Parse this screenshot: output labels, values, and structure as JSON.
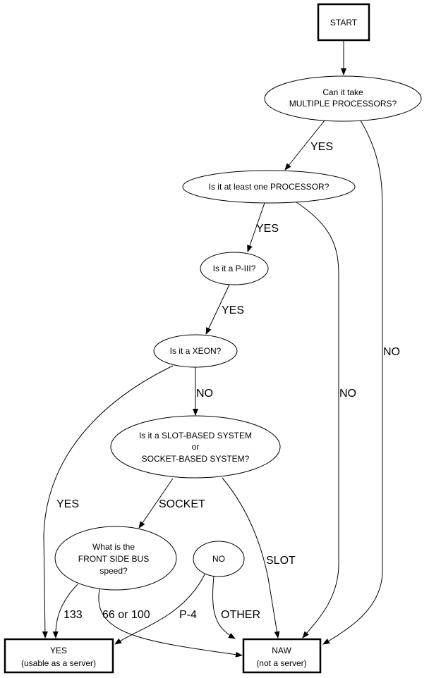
{
  "nodes": {
    "start": {
      "label": "START"
    },
    "multiple": {
      "line1": "Can it take",
      "line2": "MULTIPLE PROCESSORS?"
    },
    "one_processor": {
      "label": "Is it at least one PROCESSOR?"
    },
    "p3": {
      "label": "Is it a P-III?"
    },
    "xeon": {
      "label": "Is it a XEON?"
    },
    "slot_socket": {
      "line1": "Is it a SLOT-BASED SYSTEM",
      "line2": "or",
      "line3": "SOCKET-BASED SYSTEM?"
    },
    "fsb": {
      "line1": "What is the",
      "line2": "FRONT SIDE BUS",
      "line3": "speed?"
    },
    "no": {
      "label": "NO"
    },
    "yes_server": {
      "line1": "YES",
      "line2": "(usable as a server)"
    },
    "naw": {
      "line1": "NAW",
      "line2": "(not a server)"
    }
  },
  "edges": {
    "multiple_yes": "YES",
    "multiple_no": "NO",
    "one_yes": "YES",
    "one_no": "NO",
    "p3_yes": "YES",
    "xeon_no": "NO",
    "xeon_yes": "YES",
    "socket": "SOCKET",
    "slot": "SLOT",
    "fsb_133": "133",
    "fsb_66_100": "66 or 100",
    "no_p4": "P-4",
    "no_other": "OTHER"
  }
}
